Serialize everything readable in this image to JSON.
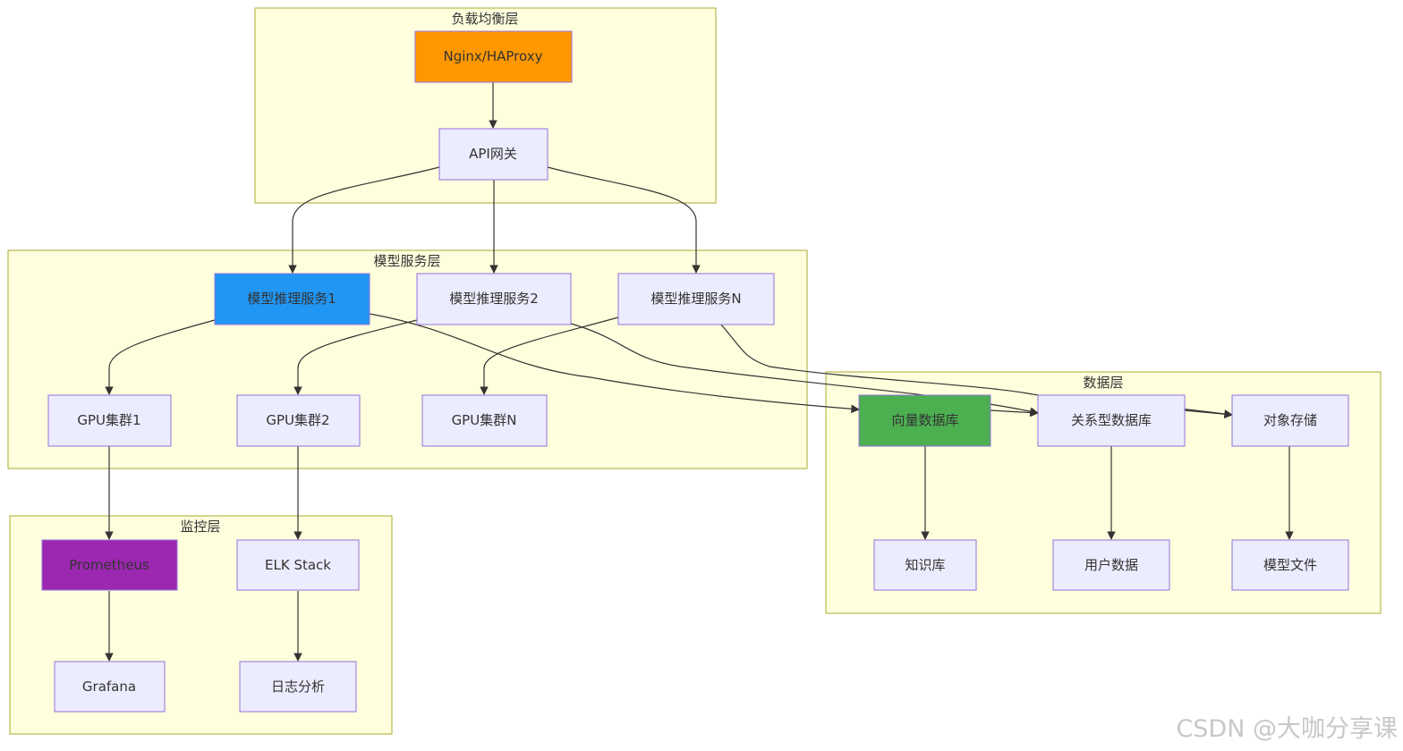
{
  "clusters": {
    "lb": "负载均衡层",
    "model": "模型服务层",
    "data": "数据层",
    "monitor": "监控层"
  },
  "nodes": {
    "nginx": "Nginx/HAProxy",
    "gateway": "API网关",
    "svc1": "模型推理服务1",
    "svc2": "模型推理服务2",
    "svcN": "模型推理服务N",
    "gpu1": "GPU集群1",
    "gpu2": "GPU集群2",
    "gpuN": "GPU集群N",
    "vector_db": "向量数据库",
    "rel_db": "关系型数据库",
    "obj_store": "对象存储",
    "kb": "知识库",
    "user_data": "用户数据",
    "model_files": "模型文件",
    "prometheus": "Prometheus",
    "grafana": "Grafana",
    "elk": "ELK Stack",
    "log_analysis": "日志分析"
  },
  "colors": {
    "default_fill": "#ececff",
    "default_border": "#9370db",
    "nginx_fill": "#ff9800",
    "svc1_fill": "#2196f3",
    "vector_db_fill": "#4caf50",
    "prometheus_fill": "#9c27b0",
    "cluster_fill": "#ffffde",
    "cluster_border": "#aaaa33",
    "edge": "#333333"
  },
  "watermark": "CSDN @大咖分享课"
}
